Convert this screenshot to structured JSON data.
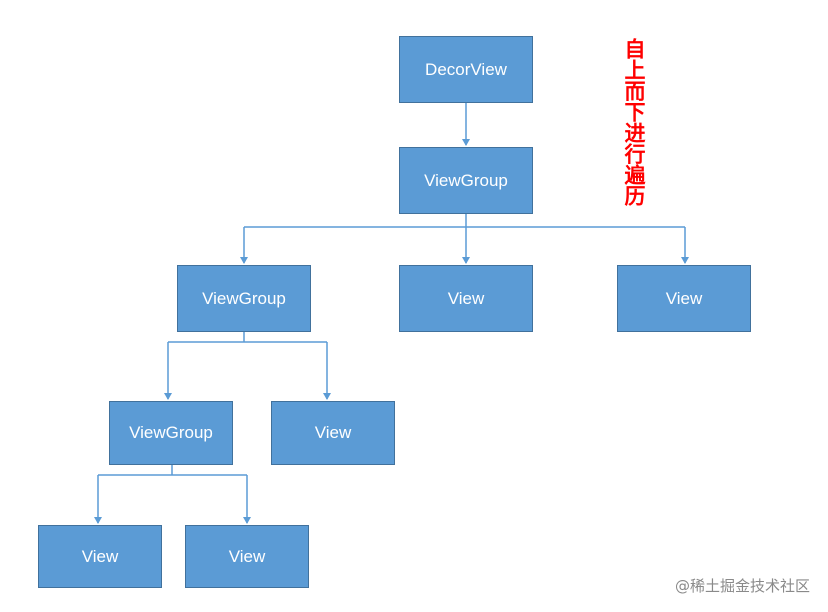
{
  "nodes": {
    "decor_view": "DecorView",
    "view_group_1": "ViewGroup",
    "view_group_2": "ViewGroup",
    "view_1": "View",
    "view_2": "View",
    "view_group_3": "ViewGroup",
    "view_3": "View",
    "view_4": "View",
    "view_5": "View"
  },
  "annotation": "自上而下进行遍历",
  "watermark": "@稀土掘金技术社区",
  "colors": {
    "node_fill": "#5b9bd5",
    "node_border": "#41719c",
    "connector": "#5b9bd5",
    "annotation": "#ff0000"
  }
}
